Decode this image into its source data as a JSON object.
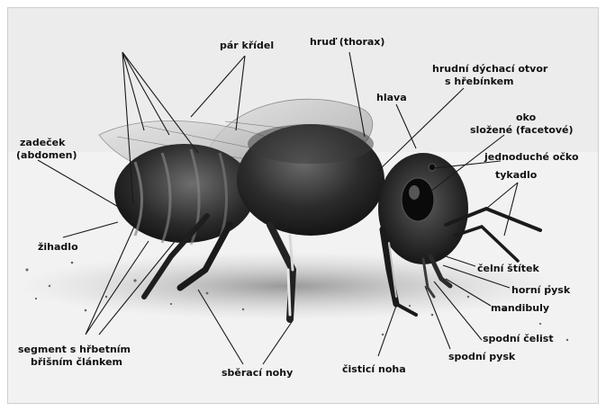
{
  "diagram": {
    "labels": {
      "par_kridel": "pár křídel",
      "hrud": "hruď (thorax)",
      "hrudni_otvor_1": "hrudní dýchací otvor",
      "hrudni_otvor_2": "s hřebínkem",
      "hlava": "hlava",
      "oko_1": "oko",
      "oko_2": "složené (facetové)",
      "jednoduche_ocko": "jednoduché očko",
      "tykadlo": "tykadlo",
      "zadecek_1": "zadeček",
      "zadecek_2": "(abdomen)",
      "zihadlo": "žihadlo",
      "celni_stitek": "čelní štítek",
      "horni_pysk": "horní pysk",
      "mandibuly": "mandibuly",
      "spodni_celist": "spodní čelist",
      "spodni_pysk": "spodní pysk",
      "cistici_noha": "čisticí noha",
      "sberaci_nohy": "sběrací nohy",
      "segment_1": "segment s hřbetním",
      "segment_2": "břišním článkem"
    },
    "colors": {
      "ink": "#111111",
      "line": "#1a1a1a",
      "bee_dark": "#1e1e1e",
      "bee_mid": "#4a4a4a",
      "bee_light": "#8a8a8a",
      "wing": "#bdbdbd",
      "shadow": "#9a9a9a"
    }
  }
}
